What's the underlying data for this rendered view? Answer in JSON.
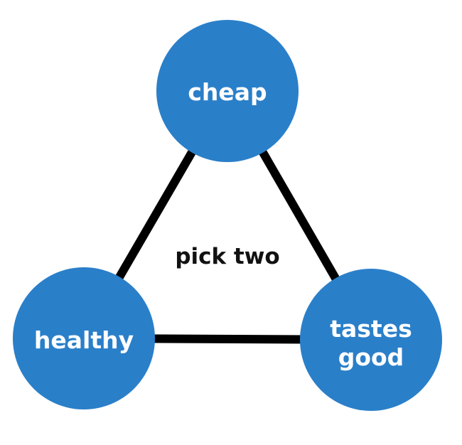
{
  "diagram": {
    "center_label": "pick two",
    "nodes": [
      {
        "id": "cheap",
        "label": "cheap"
      },
      {
        "id": "healthy",
        "label": "healthy"
      },
      {
        "id": "tastes-good",
        "label_line1": "tastes",
        "label_line2": "good"
      }
    ]
  },
  "colors": {
    "node_fill": "#2a7fc9",
    "edge": "#000000",
    "node_text": "#ffffff",
    "center_text": "#111111"
  }
}
